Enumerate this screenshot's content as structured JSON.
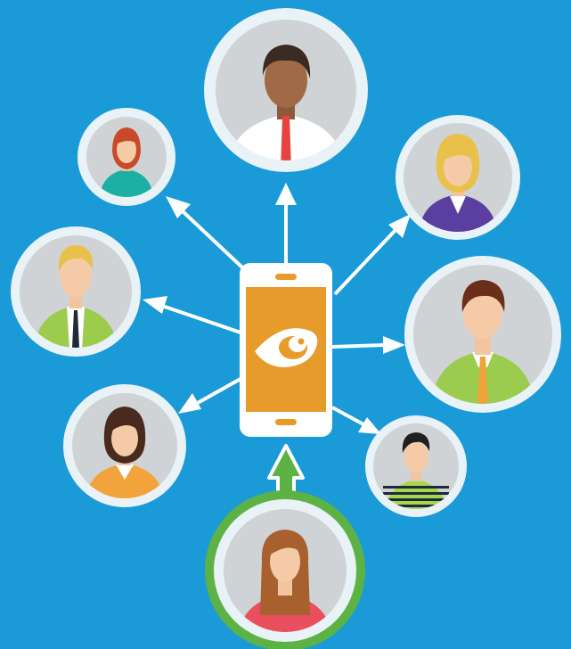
{
  "colors": {
    "background": "#1a9bd8",
    "circle_ring": "#e9f2f6",
    "circle_inner": "#cfd3d5",
    "highlight_ring": "#5db246",
    "phone_body": "#ffffff",
    "phone_screen": "#e69b2a",
    "arrow": "#ffffff",
    "highlight_arrow": "#5db246"
  },
  "center_device": {
    "icon": "phone-with-logo-icon"
  },
  "people": [
    {
      "id": "top",
      "icon": "man-white-shirt-red-tie-icon"
    },
    {
      "id": "top-left",
      "icon": "woman-redhead-teal-top-icon"
    },
    {
      "id": "top-right",
      "icon": "woman-blonde-purple-jacket-icon"
    },
    {
      "id": "left",
      "icon": "man-blonde-green-suit-icon"
    },
    {
      "id": "right",
      "icon": "man-brown-hair-green-shirt-icon"
    },
    {
      "id": "lower-left",
      "icon": "woman-dark-hair-orange-top-icon"
    },
    {
      "id": "lower-right",
      "icon": "boy-striped-shirt-icon"
    },
    {
      "id": "bottom",
      "icon": "woman-long-brown-hair-pink-top-icon",
      "highlighted": true
    }
  ]
}
